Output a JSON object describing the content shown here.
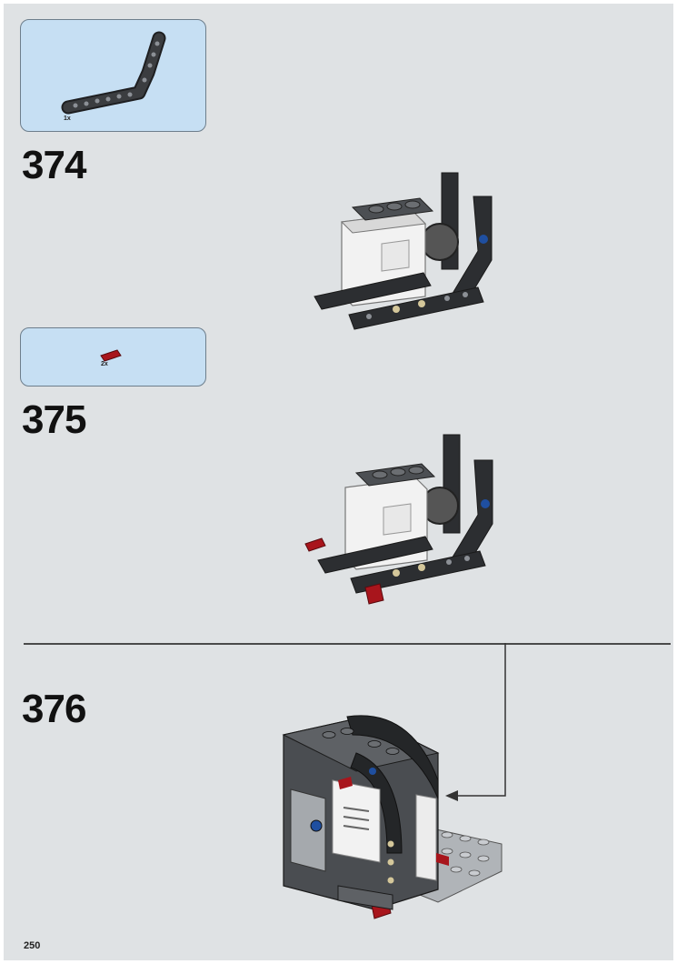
{
  "steps": [
    {
      "number": "374",
      "part_quantity": "1x"
    },
    {
      "number": "375",
      "part_quantity": "2x"
    },
    {
      "number": "376"
    }
  ],
  "page_number": "250",
  "colors": {
    "page_background": "#dfe2e4",
    "parts_box": "#c6dff3",
    "dark_bluish_gray": "#3b3d40",
    "light_bluish_gray": "#a5a9ad",
    "white": "#f4f4f4",
    "dark_red": "#a8151c",
    "blue": "#1f4fa0",
    "tan": "#d4c79a",
    "yellow": "#e6d35a"
  }
}
